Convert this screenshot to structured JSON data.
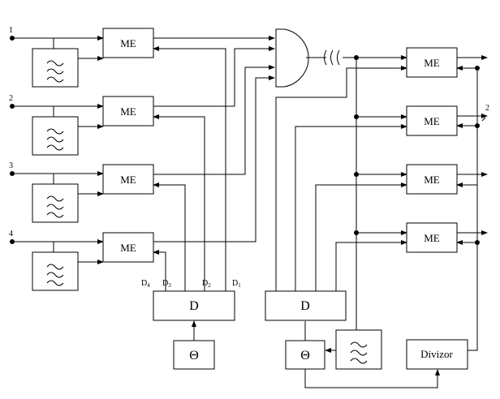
{
  "input_labels": [
    "1",
    "2",
    "3",
    "4"
  ],
  "me_label": "ME",
  "d_label": "D",
  "d_ports": [
    "D4",
    "D3",
    "D2",
    "D1"
  ],
  "generator_symbol": "Θ",
  "divider_label": "Divizor",
  "output_marker": "2"
}
